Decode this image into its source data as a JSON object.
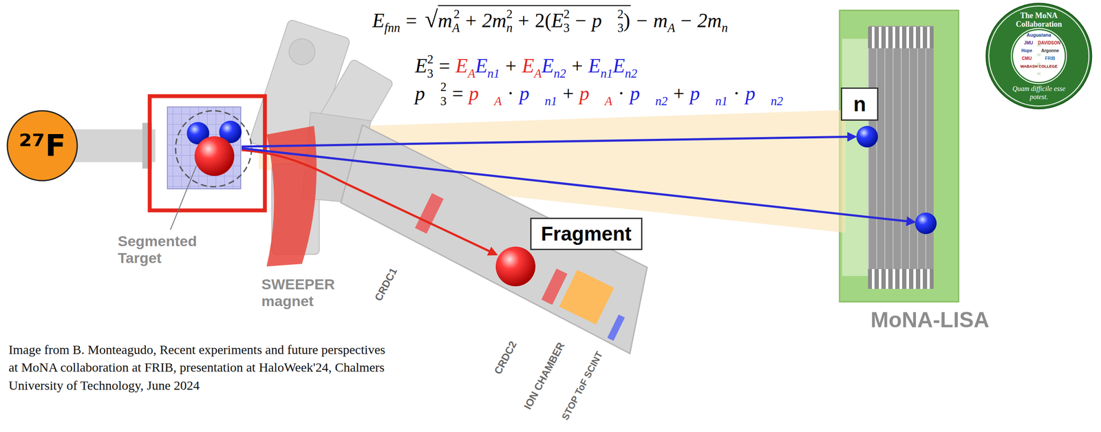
{
  "diagram": {
    "caption": "Image from B. Monteagudo, Recent experiments and future perspectives at MoNA collaboration at FRIB, presentation at HaloWeek'24, Chalmers University of Technology, June 2024",
    "nodes": [
      {
        "text": [
          "²⁷F"
        ]
      },
      {
        "text": [
          "Fragment"
        ]
      },
      {
        "text": [
          "n"
        ]
      },
      {
        "text": [
          "The MoNA Collaboration",
          "Quam difficile esse potest."
        ]
      }
    ],
    "labels": [
      "E",
      "fnn",
      "=",
      "√",
      "m",
      "A",
      "2",
      "+",
      "2m",
      "n",
      "2",
      "+",
      "2(",
      "E",
      "3",
      "2",
      "−",
      "p⃗",
      "3",
      "2",
      ")",
      "−",
      "m",
      "A",
      "−",
      "2m",
      "n",
      "E",
      "3",
      "2",
      "=",
      "E",
      "A",
      "E",
      "n1",
      "+",
      "E",
      "A",
      "E",
      "n2",
      "+",
      "E",
      "n1",
      "E",
      "n2",
      "p⃗",
      "3",
      "2",
      "=",
      "p⃗",
      "A",
      "·",
      "p⃗",
      "n1",
      "+",
      "p⃗",
      "A",
      "·",
      "p⃗",
      "n2",
      "+",
      "p⃗",
      "n1",
      "·",
      "p⃗",
      "n2",
      "Segmented Target",
      "SWEEPER magnet",
      "CRDC1",
      "CRDC2",
      "ION CHAMBER",
      "STOP ToF SCINT",
      "MoNA-LISA",
      "Augustana",
      "JMU",
      "DAVIDSON",
      "Hope",
      "Argonne",
      "CMU",
      "FRIB",
      "WABASH COLLEGE"
    ]
  }
}
